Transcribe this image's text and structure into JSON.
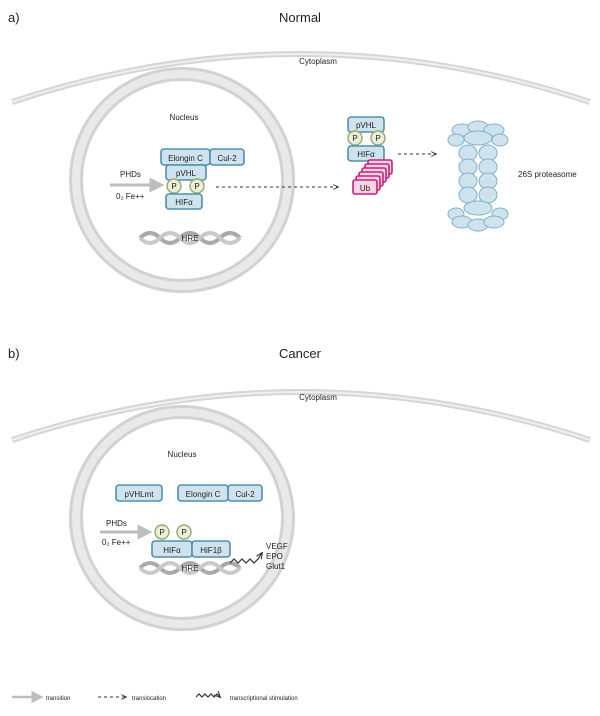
{
  "panel_a": {
    "tag": "a)",
    "title": "Normal",
    "cytoplasm": "Cytoplasm",
    "nucleus": "Nucleus",
    "phds": "PHDs",
    "cofactors": "0₂ Fe++",
    "elongin": "Elongin C",
    "cul": "Cul-2",
    "pvhl": "pVHL",
    "p": "P",
    "hif": "HIFα",
    "hre": "HRE",
    "pvhl2": "pVHL",
    "hif2": "HIFα",
    "ub": "Ub",
    "proteasome": "26S proteasome"
  },
  "panel_b": {
    "tag": "b)",
    "title": "Cancer",
    "cytoplasm": "Cytoplasm",
    "nucleus": "Nucleus",
    "pvhlmt": "pVHLmt",
    "elongin": "Elongin C",
    "cul": "Cul-2",
    "phds": "PHDs",
    "cofactors": "0₂ Fe++",
    "p": "P",
    "hif": "HIFα",
    "hif1b": "HiF1β",
    "hre": "HRE",
    "targets": [
      "VEGF",
      "EPO",
      "Glut1"
    ]
  },
  "legend": {
    "transition": "transition",
    "translocation": "translocation",
    "transcriptional": "transcriptional stimulation"
  }
}
